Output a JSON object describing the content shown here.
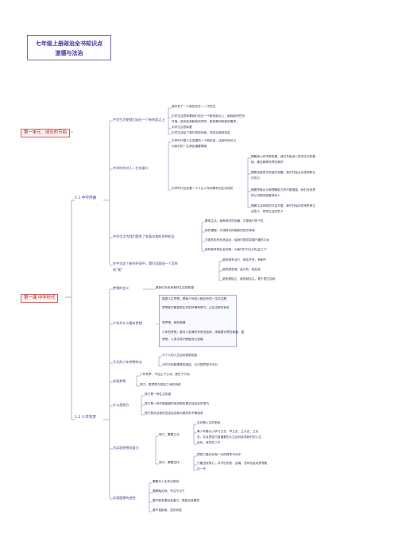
{
  "title": {
    "line1": "七年级上册政治全书知识点",
    "line2": "道德与法治"
  },
  "unit1": "第一单元：成长的节拍",
  "lesson1": "第一课 中学时代",
  "sec_1_1": "1.1 中学序曲",
  "sec_1_2": "1.2 少年有梦",
  "s1": {
    "q1": "中学生活使我们站在一个新的起点上",
    "q1_items": [
      "我们有了一个新的名字——中学生",
      "中学生活意味着我们站在一个新的起点上，面临新的任务",
      "环境，新的老师和新的同学，新的教材和新的要求，",
      "中学生活意味着",
      "中学生活给了我们发现自我、改变自我的机会"
    ],
    "q2": "中学时代对人一生的意义",
    "q2_items": [
      "中学时代是人生发展的一个新阶段，这段时间可以",
      "为我们的一生奠定重要基础"
    ],
    "q2_sub": "中学时代见证着一个人从少年到青年的生命进阶",
    "q2_sub_items": [
      "随着身心的不断发展，我们开始深入探寻生命的奥",
      "秘，看见精神世界的美好",
      "随着自我意识的逐步觉醒，我们开始主动发现和认",
      "识自己",
      "随着思维水平和理解能力的不断提高，我们对世界",
      "的认识越来越客观深入",
      "随着生活体验的日益丰富，我们开始自觉地思考生",
      "活意义，思考生活的意义"
    ],
    "q3": "中学生活为我们提供了发展自我的多种机会",
    "q3_items": [
      "集体生活，邀养我们的品格，丰富我们的个性",
      "新的课程，引领我们探索新的知识领域",
      "丰富多彩的社团活动，给我们提供发展兴趣的平台",
      "各种各样的社会实践，为我们打开认识社会之门"
    ],
    "q4": "在中学这个新的环境中，我们会面临一个怎样",
    "q4b": "的\"我\"",
    "q4_items": [
      "越来越有活力，继往开来，有朝气",
      "越来越坚强，会分析，能包容",
      "越来越独立、越来越自主，富于表达自我"
    ]
  },
  "s2": {
    "d1": "梦想的含义",
    "d1_val": "是我们对未来美好生活的愿望",
    "d2": "少年为什么要有梦想",
    "d2_items": [
      "能激人生梦想，是每个年轻人都应有的一生命主题",
      "梦想能不断激发生命的热情和勇气，让生活更有色彩",
      "有梦想，就有希望",
      "少年的梦想，是对人类美好未来的追求，承载着可贵的希望，富",
      "梦想，人类才能不断推进与发展"
    ],
    "d3": "今天的少年梦想特点",
    "d3_items": [
      "与个人的人生目标紧密相连",
      "与时代的脉搏紧密相连，与中国梦密不可分"
    ],
    "d4": "实现梦想",
    "d4_items": [
      "少年有梦，不应止于心动，更在于行动",
      "努力，是梦想与现实之间的桥梁"
    ],
    "d5": "什么是努力",
    "d5_items": [
      "努力是一种生活态度",
      "努力是一种不断超越的追求和执着实现目标的勇气",
      "努力是对自我的坚定信念和对美好的不懈追求"
    ],
    "d6": "为实现梦想而努力",
    "d6_a": "努力，需要立志",
    "d6_a_items": [
      "志向是人生的航标",
      "青少年要从小学习立志，早立志，立大志，立长",
      "志，并且把自己接重要的人生目标变成我们的人生",
      "目标，将来在之中"
    ],
    "d6_b": "努力，需要坚持",
    "d6_b_items": [
      "把努力落实在每一天的具体行动中",
      "只要坚持努力，并不怕失败、逆境，总有机会向梦想更",
      "近一步"
    ],
    "d7": "实现理想的途径",
    "d7_items": [
      "需要对人生作出规划",
      "要脚踏实地，专注于当下",
      "要不断发掘自身潜力，提高自身素质",
      "要不畏困难，坚持到底"
    ]
  }
}
